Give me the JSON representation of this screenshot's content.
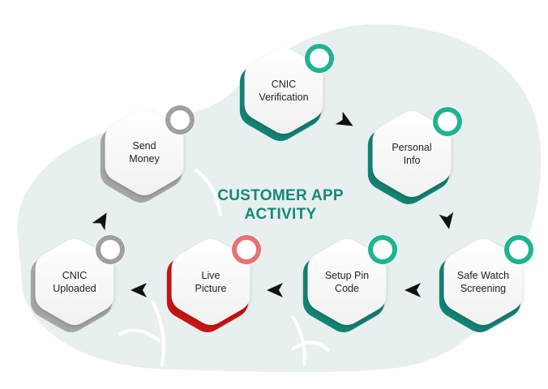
{
  "title": {
    "line1": "CUSTOMER APP",
    "line2": "ACTIVITY"
  },
  "colors": {
    "teal": "#148274",
    "teal_ring": "#1fb392",
    "gray": "#a6a6a6",
    "gray_ring": "#a0a0a0",
    "red": "#c81414",
    "red_ring": "#e57373",
    "blob": "#e7f0ee",
    "title": "#16877a",
    "arrow": "#111111"
  },
  "steps": [
    {
      "id": "cnic-verification",
      "lines": [
        "CNIC",
        "Verification"
      ],
      "status": "teal"
    },
    {
      "id": "personal-info",
      "lines": [
        "Personal",
        "Info"
      ],
      "status": "teal"
    },
    {
      "id": "safe-watch-screening",
      "lines": [
        "Safe Watch",
        "Screening"
      ],
      "status": "teal"
    },
    {
      "id": "setup-pin-code",
      "lines": [
        "Setup Pin",
        "Code"
      ],
      "status": "teal"
    },
    {
      "id": "live-picture",
      "lines": [
        "Live",
        "Picture"
      ],
      "status": "red"
    },
    {
      "id": "cnic-uploaded",
      "lines": [
        "CNIC",
        "Uploaded"
      ],
      "status": "gray"
    },
    {
      "id": "send-money",
      "lines": [
        "Send",
        "Money"
      ],
      "status": "gray"
    }
  ]
}
